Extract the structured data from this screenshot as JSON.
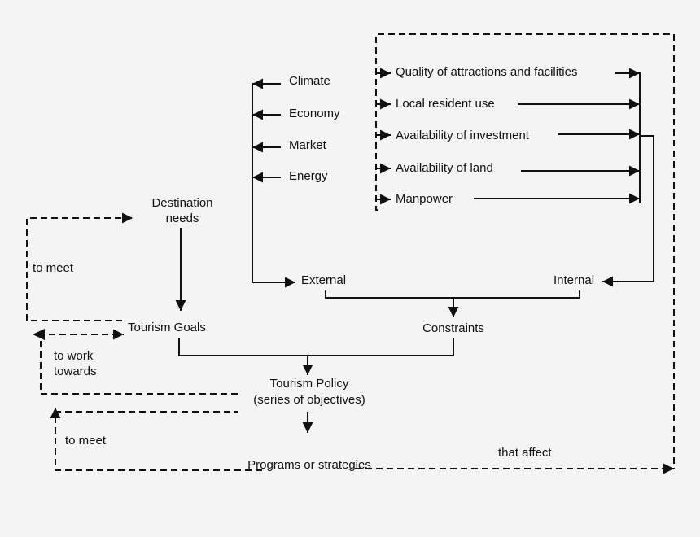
{
  "nodes": {
    "climate": "Climate",
    "economy": "Economy",
    "market": "Market",
    "energy": "Energy",
    "quality": "Quality of attractions and facilities",
    "local_use": "Local resident use",
    "investment": "Availability of investment",
    "land": "Availability of land",
    "manpower": "Manpower",
    "destination_needs": [
      "Destination",
      "needs"
    ],
    "external": "External",
    "internal": "Internal",
    "tourism_goals": "Tourism Goals",
    "constraints": "Constraints",
    "tourism_policy": [
      "Tourism Policy",
      "(series of objectives)"
    ],
    "programs": "Programs or strategies"
  },
  "edge_labels": {
    "to_meet_top": "to meet",
    "to_work_towards": [
      "to work",
      "towards"
    ],
    "to_meet_bottom": "to meet",
    "that_affect": "that affect"
  },
  "colors": {
    "ink": "#111111",
    "background": "#f4f4f4"
  }
}
